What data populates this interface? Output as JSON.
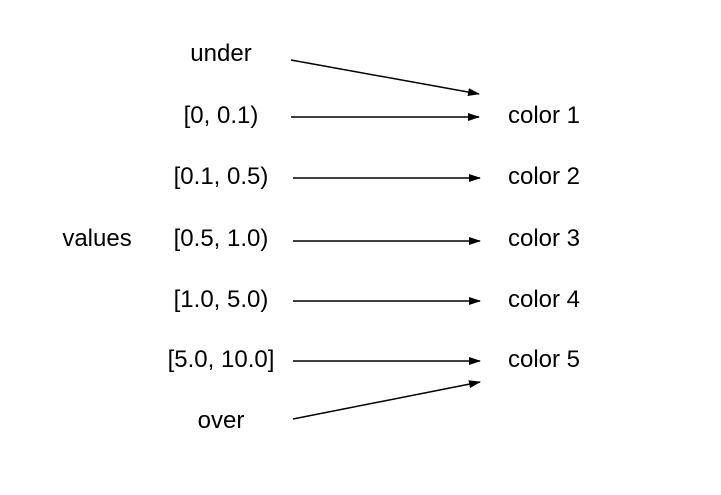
{
  "values_label": "values",
  "inputs": [
    "under",
    "[0, 0.1)",
    "[0.1, 0.5)",
    "[0.5, 1.0)",
    "[1.0, 5.0)",
    "[5.0, 10.0]",
    "over"
  ],
  "outputs": [
    "color 1",
    "color 2",
    "color 3",
    "color 4",
    "color 5"
  ]
}
